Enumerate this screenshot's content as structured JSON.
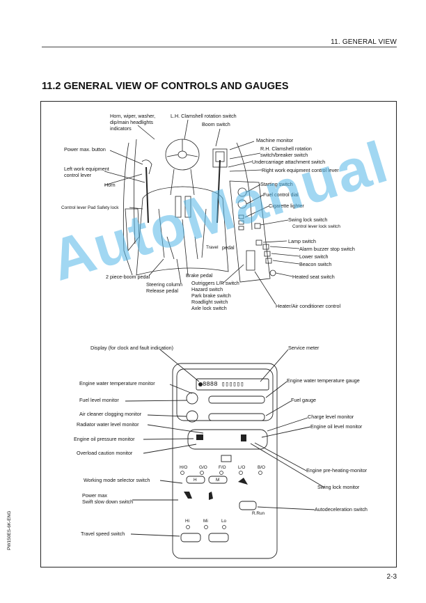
{
  "header": {
    "chapter": "11. GENERAL VIEW"
  },
  "section": {
    "title": "11.2   GENERAL VIEW OF CONTROLS AND GAUGES"
  },
  "watermark": "AutoManual",
  "side_code": "PW150ES-6K-ENG",
  "page_number": "2-3",
  "upper_labels": {
    "horn_wiper": "Horn, wiper, washer,",
    "dip_main": "dip/main headlights",
    "indicators": "indicators",
    "lh_clamshell": "L.H. Clamshell rotation switch",
    "boom_switch": "Boom switch",
    "machine_monitor": "Machine monitor",
    "rh_clamshell": "R.H. Clamshell rotation",
    "switch_breaker": "switch/breaker switch",
    "undercarriage": "Undercarriage attachment switch",
    "right_lever": "Right work equipment control lever",
    "power_max_button": "Power max. button",
    "left_lever_1": "Left work equipment",
    "left_lever_2": "control lever",
    "horn": "Horn",
    "starting_switch": "Starting switch",
    "fuel_dial": "Fuel control dial",
    "cigarette": "Cigarette lighter",
    "pad_safety": "Control lever Pad Safety lock",
    "swing_lock": "Swing lock switch",
    "control_lever_lock": "Control lever lock switch",
    "travel_pedal_a": "Travel",
    "travel_pedal_b": "pedal",
    "lamp_switch": "Lamp switch",
    "alarm_buzzer": "Alarm buzzer stop switch",
    "lower_switch": "Lower switch",
    "beacon_switch": "Beacon switch",
    "two_piece": "2 piece-boom pedal",
    "brake_pedal": "Brake pedal",
    "steering_column": "Steering column",
    "release_pedal": "Release pedal",
    "outriggers": "Outriggers L/R switch",
    "hazard": "Hazard switch",
    "park_brake": "Park brake switch",
    "roadlight": "Roadlight switch",
    "axle_lock": "Axle lock switch",
    "heated_seat": "Heated seat switch",
    "heater_ac": "Heater/Air conditioner control"
  },
  "lower_labels": {
    "display": "Display (for clock and fault indication)",
    "service_meter": "Service meter",
    "eng_water_temp_monitor": "Engine water temperature monitor",
    "eng_water_temp_gauge": "Engine water temperature gauge",
    "fuel_level_monitor": "Fuel level monitor",
    "fuel_gauge": "Fuel gauge",
    "air_cleaner": "Air cleaner clogging monitor",
    "charge_level": "Charge level monitor",
    "radiator_water": "Radiator water level monitor",
    "engine_oil_level": "Engine oil level monitor",
    "engine_oil_pressure": "Engine oil pressure monitor",
    "overload": "Overload caution monitor",
    "pre_heating": "Engine pre-heating-monitor",
    "working_mode": "Working mode selector switch",
    "swing_lock_monitor": "Swing lock monitor",
    "power_max_1": "Power max",
    "power_max_2": "Swift slow down switch",
    "autodecel": "Autodeceleration switch",
    "travel_speed": "Travel speed switch"
  },
  "panel": {
    "mode_labels": [
      "H/O",
      "G/O",
      "F/O",
      "L/O",
      "B/O"
    ],
    "btn_h": "H",
    "btn_m": "M",
    "speed_labels": [
      "Hi",
      "Mi",
      "Lo"
    ],
    "r_run": "R.Run"
  }
}
